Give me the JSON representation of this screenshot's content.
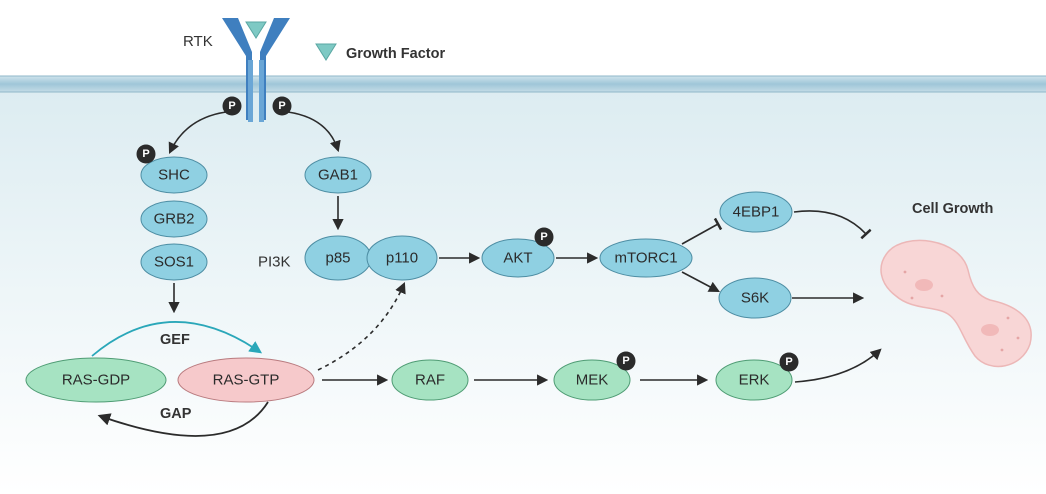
{
  "labels": {
    "rtk": "RTK",
    "growth_factor": "Growth Factor",
    "pi3k": "PI3K",
    "gef": "GEF",
    "gap": "GAP",
    "cell_growth": "Cell Growth"
  },
  "phospho": "P",
  "nodes": {
    "shc": "SHC",
    "grb2": "GRB2",
    "sos1": "SOS1",
    "gab1": "GAB1",
    "p85": "p85",
    "p110": "p110",
    "akt": "AKT",
    "mtorc1": "mTORC1",
    "ebp1": "4EBP1",
    "s6k": "S6K",
    "ras_gdp": "RAS-GDP",
    "ras_gtp": "RAS-GTP",
    "raf": "RAF",
    "mek": "MEK",
    "erk": "ERK"
  },
  "colors": {
    "blue_node": "#8fd0e2",
    "green_node": "#a6e3c2",
    "pink_node": "#f6c9cb",
    "membrane": "#a9cddd",
    "receptor": "#3f7fbf",
    "gef_arrow": "#2aa7b9",
    "cell": "#f8d6d6"
  }
}
